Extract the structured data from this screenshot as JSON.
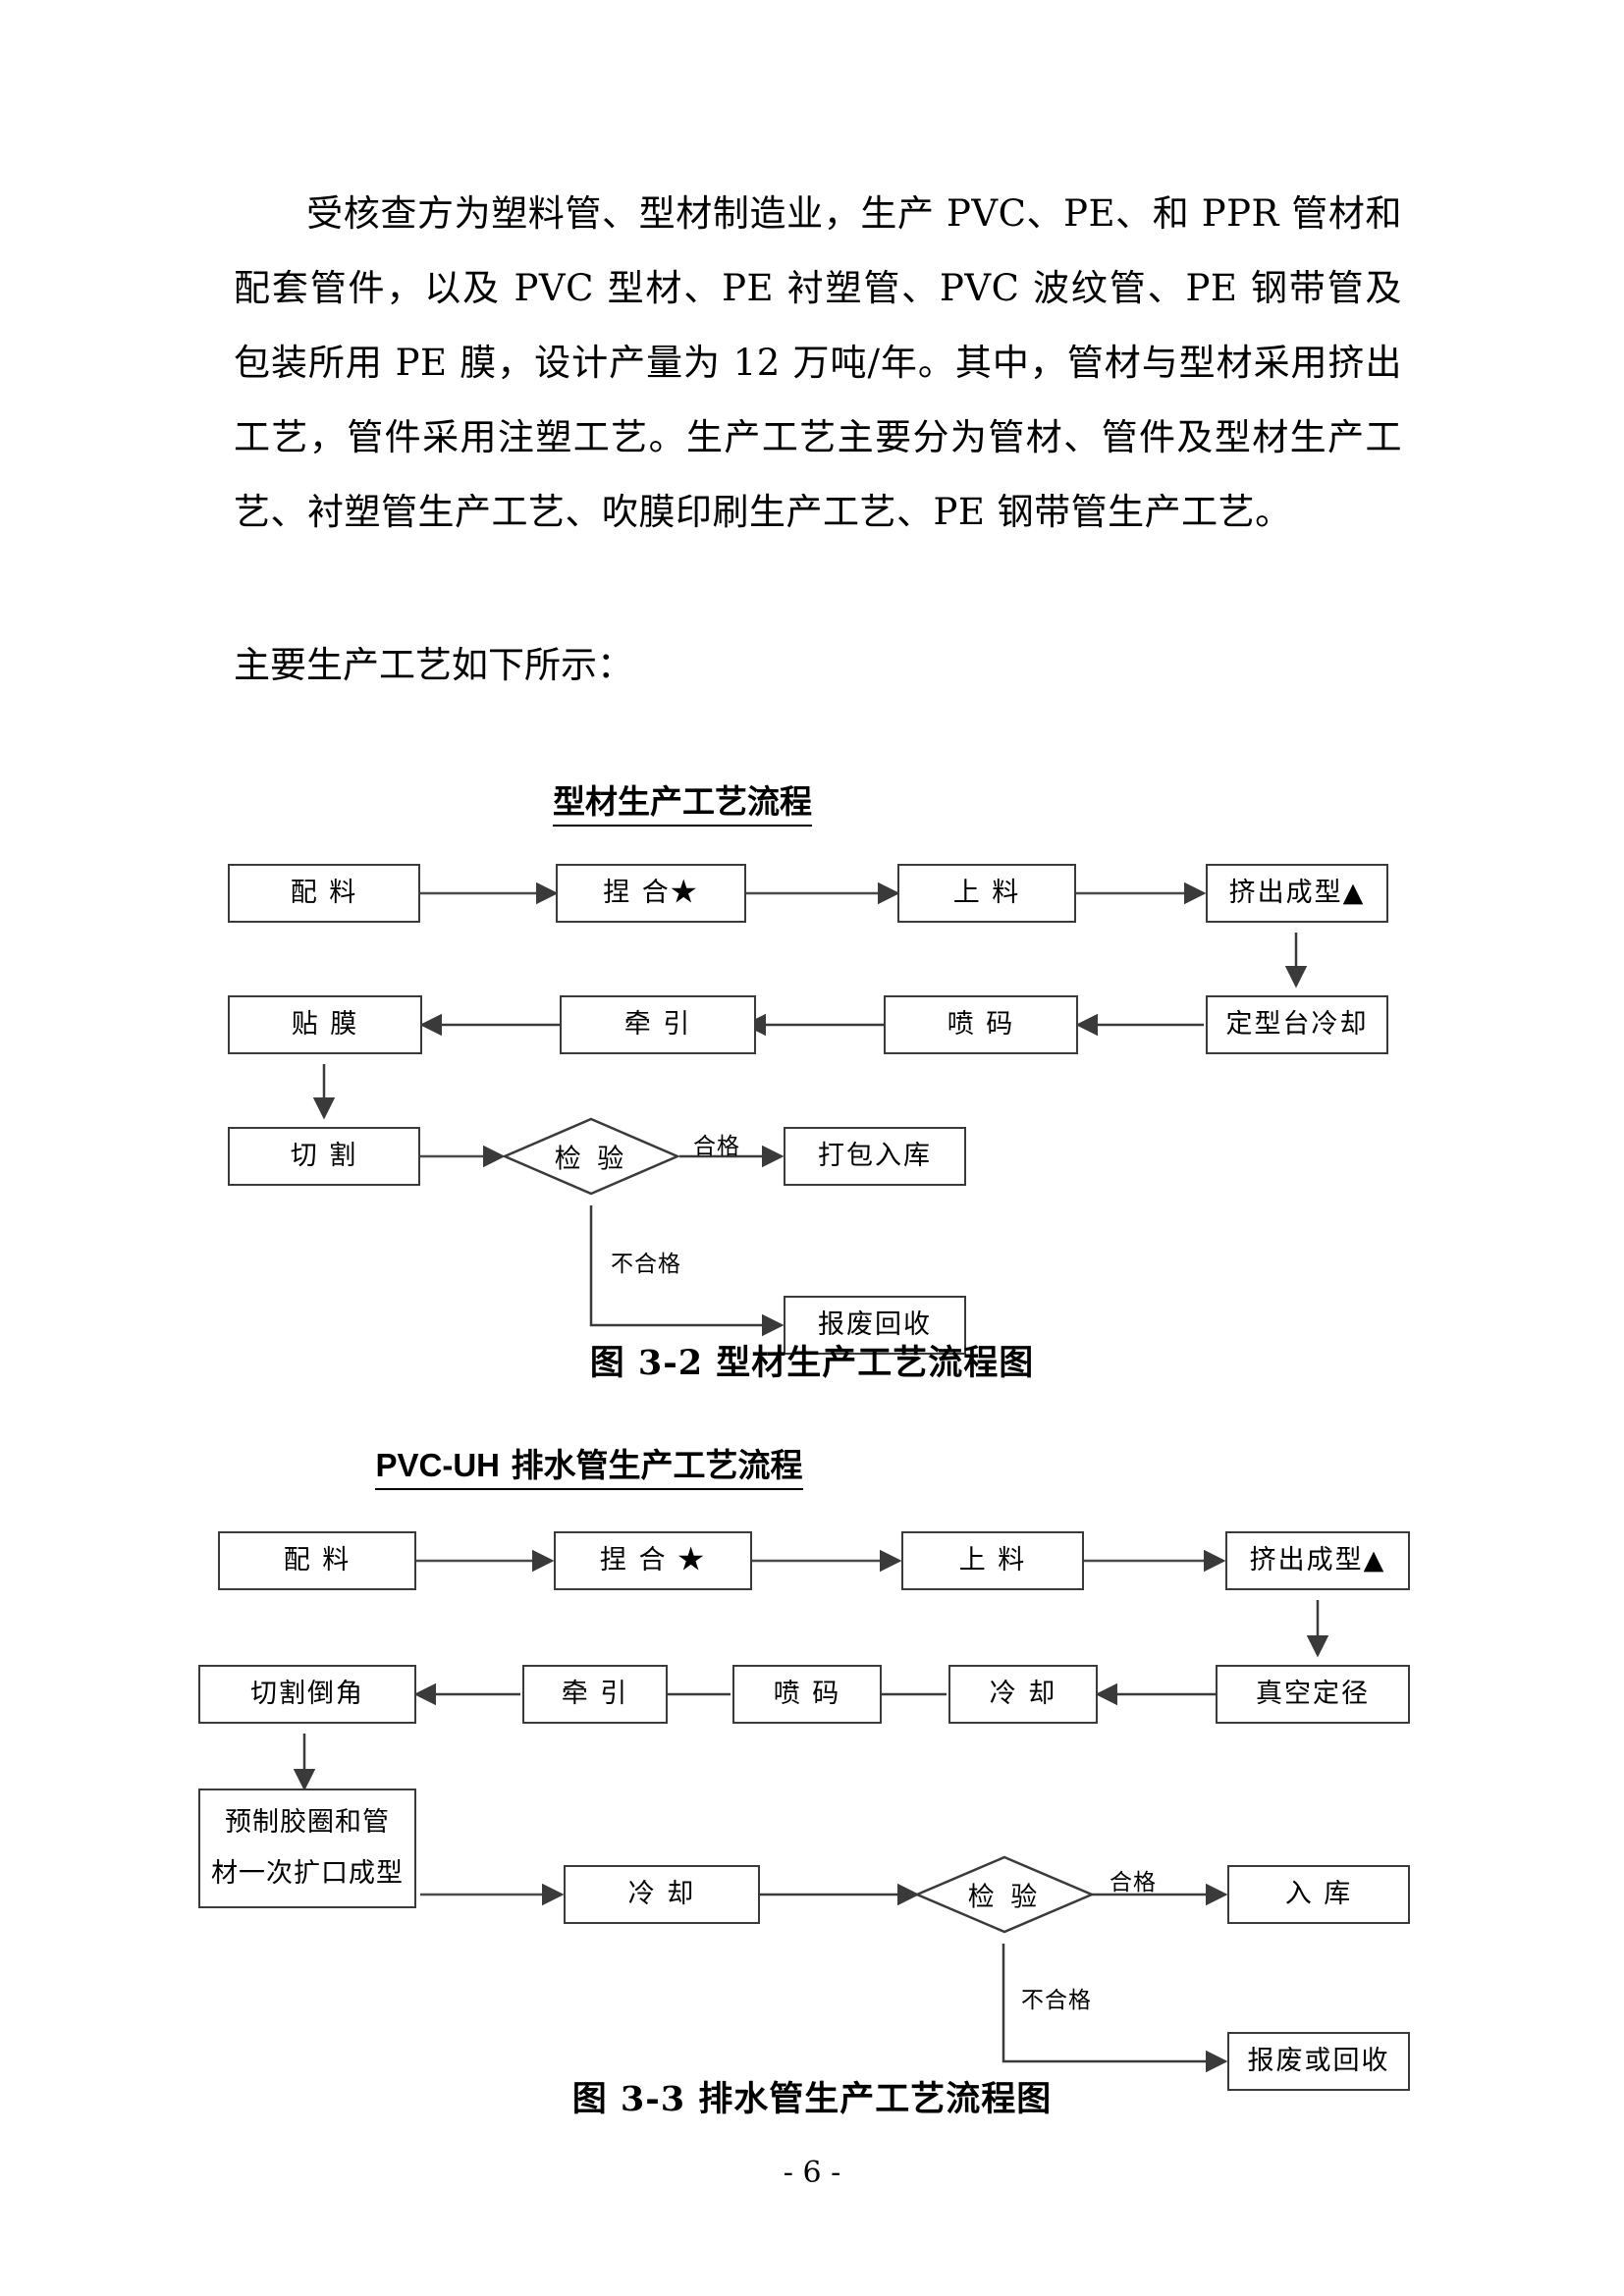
{
  "document": {
    "page_number": "- 6 -",
    "paragraphs": [
      "受核查方为塑料管、型材制造业，生产 PVC、PE、和 PPR 管材和配套管件，以及 PVC 型材、PE 衬塑管、PVC 波纹管、PE 钢带管及包装所用 PE 膜，设计产量为 12 万吨/年。其中，管材与型材采用挤出工艺，管件采用注塑工艺。生产工艺主要分为管材、管件及型材生产工艺、衬塑管生产工艺、吹膜印刷生产工艺、PE 钢带管生产工艺。",
      "主要生产工艺如下所示："
    ]
  },
  "flowchart1": {
    "title": "型材生产工艺流程",
    "caption": "图 3-2  型材生产工艺流程图",
    "nodes": {
      "n1": "配 料",
      "n2": "捏 合★",
      "n3": "上 料",
      "n4": "挤出成型▲",
      "n5": "定型台冷却",
      "n6": "喷 码",
      "n7": "牵 引",
      "n8": "贴 膜",
      "n9": "切 割",
      "n10": "检 验",
      "n11": "打包入库",
      "n12": "报废回收"
    },
    "edge_labels": {
      "pass": "合格",
      "fail": "不合格"
    }
  },
  "flowchart2": {
    "title_bold_prefix": "PVC-UH",
    "title_rest": " 排水管生产工艺流程",
    "caption": "图 3-3  排水管生产工艺流程图",
    "nodes": {
      "n1": "配 料",
      "n2": "捏 合 ★",
      "n3": "上 料",
      "n4": "挤出成型▲",
      "n5": "真空定径",
      "n6": "冷 却",
      "n7": "喷 码",
      "n8": "牵 引",
      "n9": "切割倒角",
      "n10_line1": "预制胶圈和管",
      "n10_line2": "材一次扩口成型",
      "n11": "冷 却",
      "n12": "检 验",
      "n13": "入 库",
      "n14": "报废或回收"
    },
    "edge_labels": {
      "pass": "合格",
      "fail": "不合格"
    }
  },
  "colors": {
    "ink": "#000000",
    "box_border": "#3a3a3a",
    "arrow": "#4a4a4a"
  }
}
